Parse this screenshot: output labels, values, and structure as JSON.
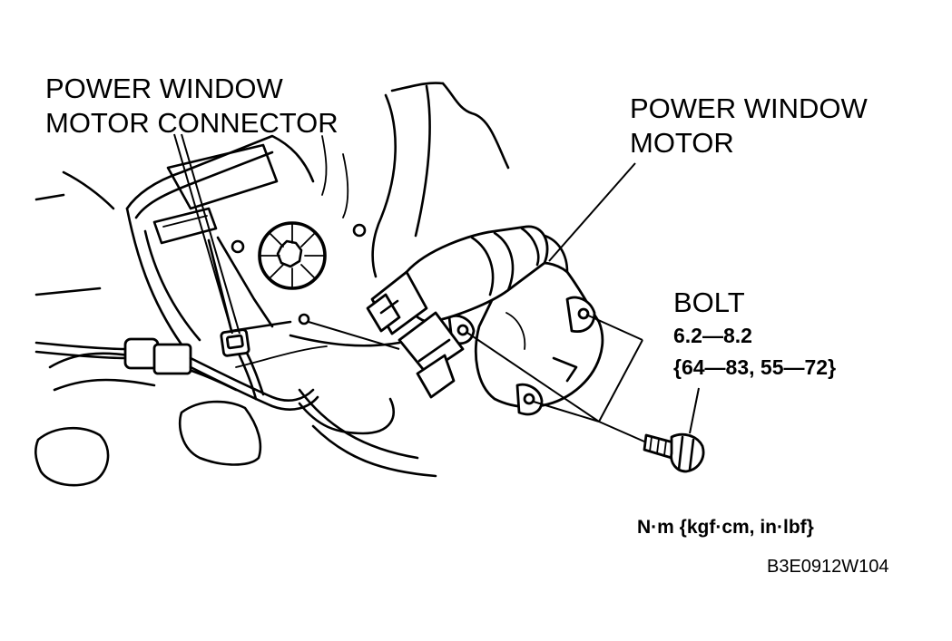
{
  "labels": {
    "connector_line1": "POWER WINDOW",
    "connector_line2": "MOTOR CONNECTOR",
    "motor_line1": "POWER WINDOW",
    "motor_line2": "MOTOR",
    "bolt": "BOLT"
  },
  "torque": {
    "nm": "6.2—8.2",
    "other_units": "{64—83, 55—72}"
  },
  "units_legend": "N·m {kgf·cm, in·lbf}",
  "figure_code": "B3E0912W104"
}
